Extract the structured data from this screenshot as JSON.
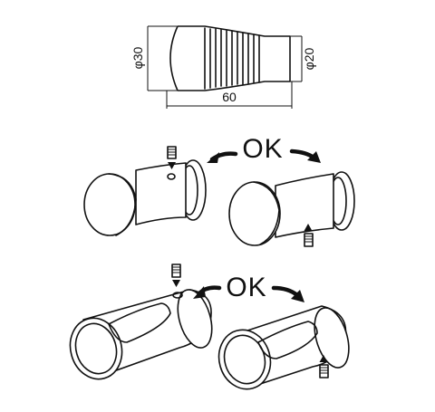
{
  "dimensions": {
    "left_diameter": "φ30",
    "right_diameter": "φ20",
    "length": "60"
  },
  "labels": {
    "ok_top": "OK",
    "ok_bottom": "OK"
  }
}
